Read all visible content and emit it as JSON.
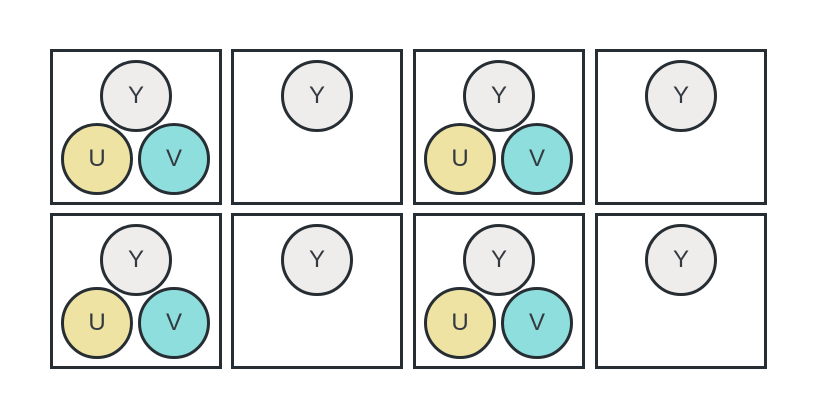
{
  "labels": {
    "y": "Y",
    "u": "U",
    "v": "V"
  },
  "colors": {
    "y": "#efecec",
    "u": "#efe3a3",
    "v": "#8fdede",
    "stroke": "#262d33",
    "text": "#333a40"
  },
  "rows": [
    {
      "cells": [
        {
          "samples": [
            "y",
            "u",
            "v"
          ]
        },
        {
          "samples": [
            "y"
          ]
        },
        {
          "samples": [
            "y",
            "u",
            "v"
          ]
        },
        {
          "samples": [
            "y"
          ]
        }
      ]
    },
    {
      "cells": [
        {
          "samples": [
            "y",
            "u",
            "v"
          ]
        },
        {
          "samples": [
            "y"
          ]
        },
        {
          "samples": [
            "y",
            "u",
            "v"
          ]
        },
        {
          "samples": [
            "y"
          ]
        }
      ]
    }
  ]
}
